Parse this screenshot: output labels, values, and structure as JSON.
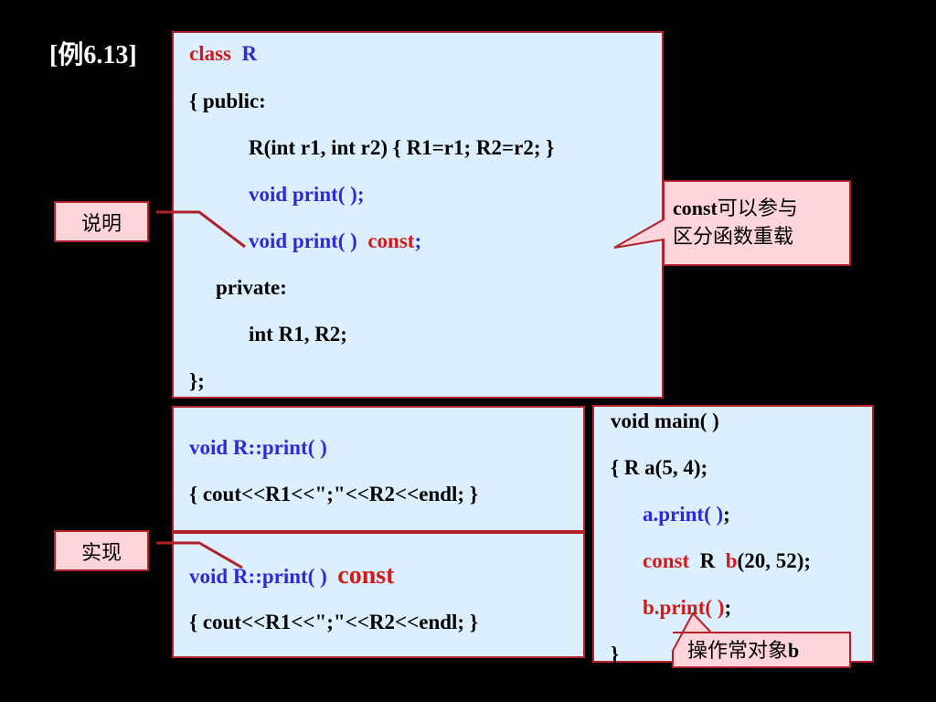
{
  "title": "[例6.13]",
  "class_box": {
    "l1_kw": "class",
    "l1_name": "R",
    "l2": "{ public:",
    "l3": "R(int r1, int r2)  { R1=r1;  R2=r2; }",
    "l4": "void   print( );",
    "l5_a": "void   print( )",
    "l5_b": "const",
    "l5_c": ";",
    "l6": "private:",
    "l7": "int   R1, R2;",
    "l8": "};"
  },
  "impl_box1": {
    "l1": "void  R::print( )",
    "l2": "{  cout<<R1<<\";\"<<R2<<endl;   }"
  },
  "impl_box2": {
    "l1_a": "void  R::print( )",
    "l1_b": "const",
    "l2": "{  cout<<R1<<\";\"<<R2<<endl;  }"
  },
  "main_box": {
    "l1": "void  main( )",
    "l2": "{    R   a(5, 4);",
    "l3_a": "a",
    "l3_b": ".print( )",
    "l3_c": ";",
    "l4_a": "const",
    "l4_b": "R",
    "l4_c": "b",
    "l4_d": "(20, 52);",
    "l5_a": "b",
    "l5_b": ".print( )",
    "l5_c": ";",
    "l6": "}"
  },
  "labels": {
    "explain": "说明",
    "implement": "实现"
  },
  "callout_const": {
    "line1_a": "const",
    "line1_b": "可以参与",
    "line2": "区分函数重载"
  },
  "callout_object": {
    "text_a": "操作常对象",
    "text_b": "b"
  },
  "colors": {
    "background": "#000000",
    "box_fill": "#dcefff",
    "box_border": "#b2202a",
    "label_fill": "#ffd5dc",
    "keyword_red": "#d01b1b",
    "identifier_blue": "#2b2bd8"
  }
}
